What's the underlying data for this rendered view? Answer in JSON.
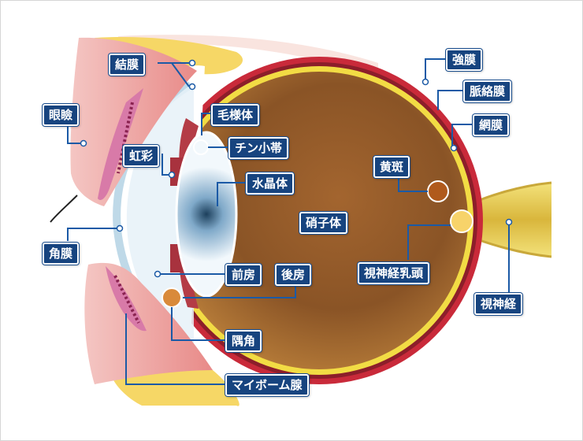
{
  "labels": {
    "conjunctiva": "結膜",
    "eyelid": "眼瞼",
    "ciliary_body": "毛様体",
    "zonule": "チン小帯",
    "iris": "虹彩",
    "lens": "水晶体",
    "vitreous": "硝子体",
    "cornea": "角膜",
    "anterior_chamber": "前房",
    "posterior_chamber": "後房",
    "angle": "隅角",
    "meibomian_gland": "マイボーム腺",
    "sclera": "強膜",
    "choroid": "脈絡膜",
    "retina": "網膜",
    "macula": "黄斑",
    "optic_disc": "視神経乳頭",
    "optic_nerve": "視神経"
  },
  "colors": {
    "label_bg": "#17447f",
    "leader_line": "#1b5aa6",
    "sclera": "#c92a3a",
    "retina": "#f2dc44",
    "vitreous": "#9a5a26"
  }
}
